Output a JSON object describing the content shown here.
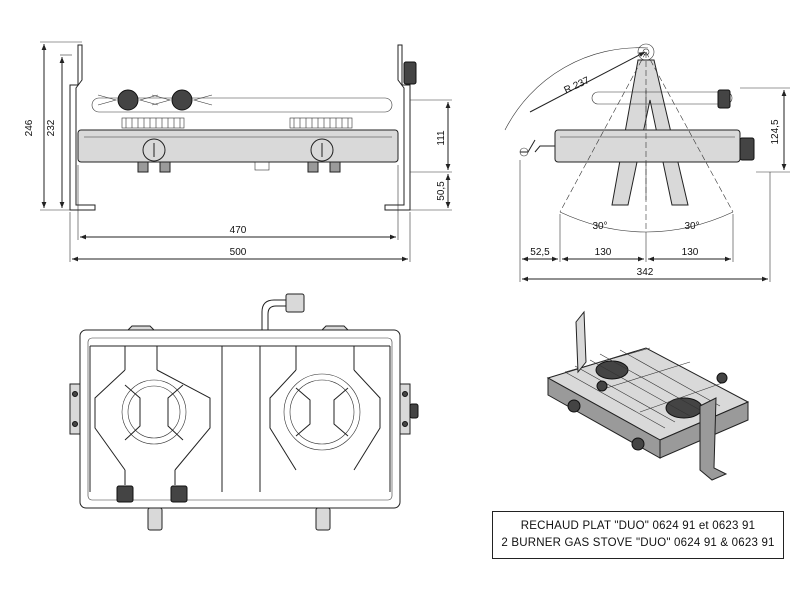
{
  "front_view": {
    "dim_height_total": "246",
    "dim_height_body": "232",
    "dim_height_upper": "111",
    "dim_height_lower": "50,5",
    "dim_width_inner": "470",
    "dim_width_outer": "500"
  },
  "side_view": {
    "dim_radius": "R 237",
    "dim_height_right": "124,5",
    "dim_angle_left": "30°",
    "dim_angle_right": "30°",
    "dim_offset": "52,5",
    "dim_half_left": "130",
    "dim_half_right": "130",
    "dim_total": "342"
  },
  "title_block": {
    "line1": "RECHAUD PLAT \"DUO\" 0624 91 et 0623 91",
    "line2": "2 BURNER GAS STOVE \"DUO\" 0624 91 & 0623 91"
  }
}
